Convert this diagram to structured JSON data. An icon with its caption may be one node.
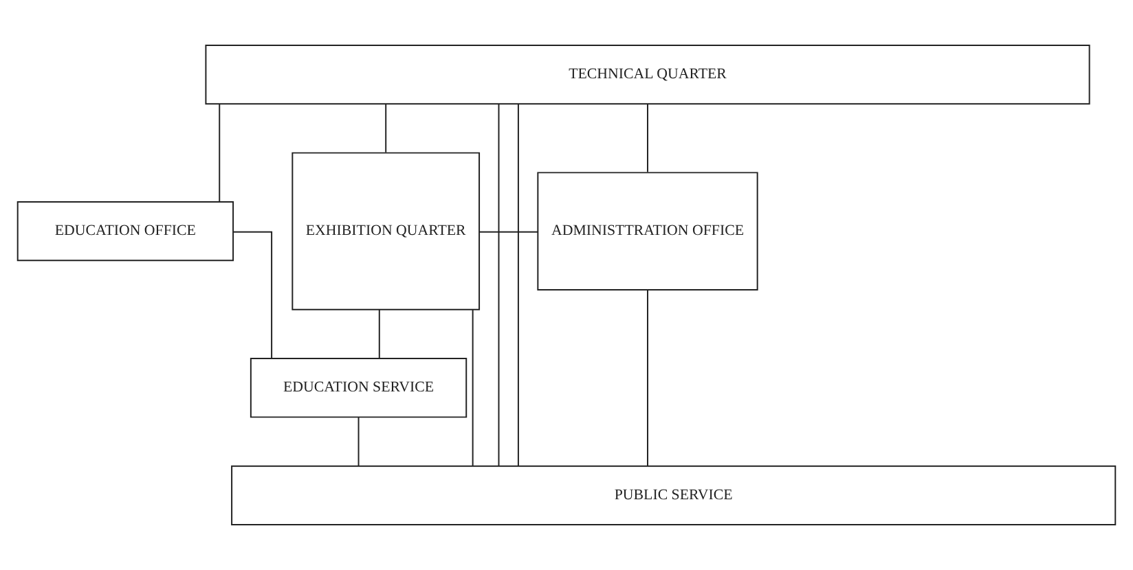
{
  "diagram": {
    "nodes": [
      {
        "text": [
          "TECHNICAL QUARTER"
        ]
      },
      {
        "text": [
          "EXHIBITION QUARTER"
        ]
      },
      {
        "text": [
          "EDUCATION OFFICE"
        ]
      },
      {
        "text": [
          "EDUCATION SERVICE"
        ]
      },
      {
        "text": [
          "ADMINISTTRATION OFFICE"
        ]
      },
      {
        "text": [
          "PUBLIC SERVICE"
        ]
      }
    ],
    "edges": [
      {
        "from": 0,
        "to": 1,
        "arrow": "none"
      },
      {
        "from": 0,
        "to": 2,
        "arrow": "none"
      },
      {
        "from": 0,
        "to": 5,
        "arrow": "none"
      },
      {
        "from": 0,
        "to": 4,
        "arrow": "none"
      },
      {
        "from": 0,
        "to": 5,
        "arrow": "none"
      },
      {
        "from": 1,
        "to": 4,
        "arrow": "none"
      },
      {
        "from": 2,
        "to": 3,
        "arrow": "none"
      },
      {
        "from": 1,
        "to": 3,
        "arrow": "none"
      },
      {
        "from": 1,
        "to": 5,
        "arrow": "none"
      },
      {
        "from": 3,
        "to": 5,
        "arrow": "none"
      },
      {
        "from": 4,
        "to": 5,
        "arrow": "none"
      }
    ]
  }
}
